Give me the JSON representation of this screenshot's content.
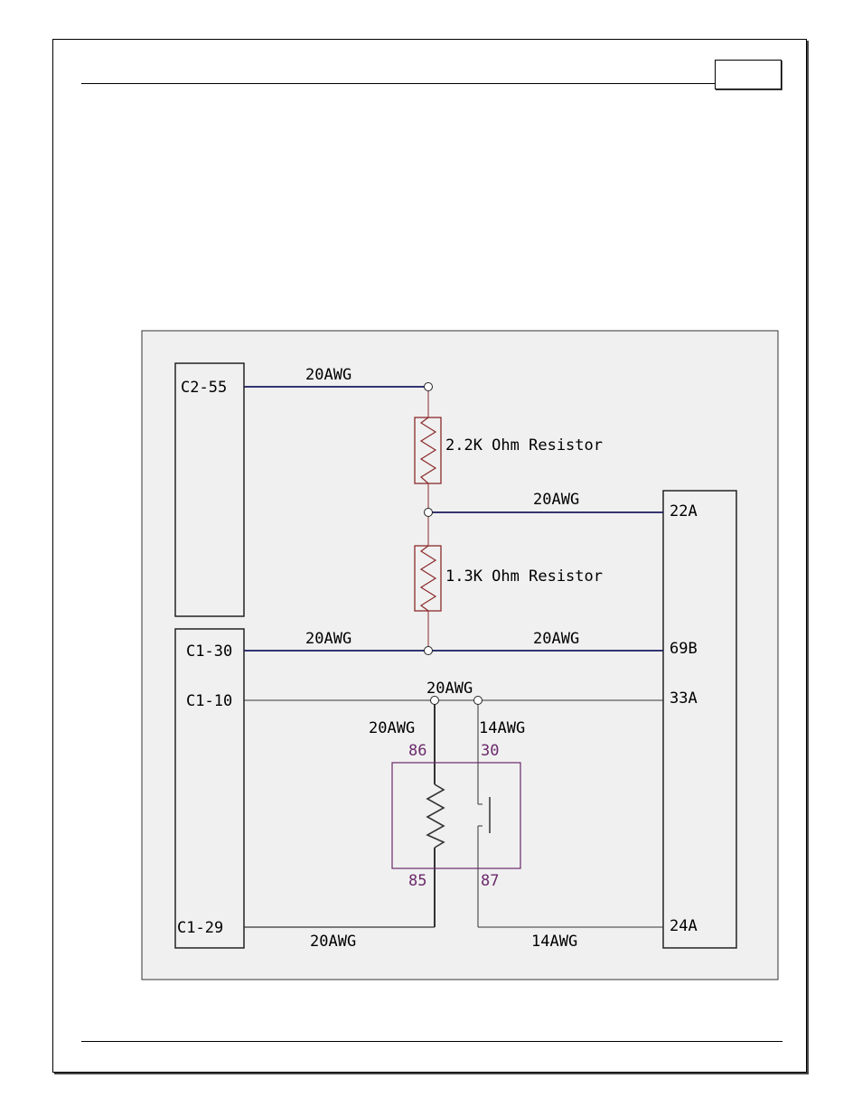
{
  "colors": {
    "wire_signal": "#1a1a5e",
    "wire_plain": "#333333",
    "resistor": "#8b2a2a",
    "relay": "#6a2a6a",
    "panel_bg": "#f0f0f0",
    "text": "#000000"
  },
  "connectors": {
    "left_top": {
      "pins": [
        "C2-55"
      ]
    },
    "left_bottom": {
      "pins": [
        "C1-30",
        "C1-10",
        "C1-29"
      ]
    },
    "right": {
      "pins": [
        "22A",
        "69B",
        "33A",
        "24A"
      ]
    }
  },
  "wires": {
    "c2_55": "20AWG",
    "divider_to_22a": "20AWG",
    "c1_30": "20AWG",
    "divider_to_69b": "20AWG",
    "c1_10": "20AWG",
    "relay_86_feed": "20AWG",
    "relay_30_feed": "14AWG",
    "c1_29": "20AWG",
    "relay_87_to_24a": "14AWG"
  },
  "resistors": {
    "upper": "2.2K Ohm Resistor",
    "lower": "1.3K Ohm Resistor"
  },
  "relay": {
    "pin_86": "86",
    "pin_30": "30",
    "pin_85": "85",
    "pin_87": "87"
  }
}
